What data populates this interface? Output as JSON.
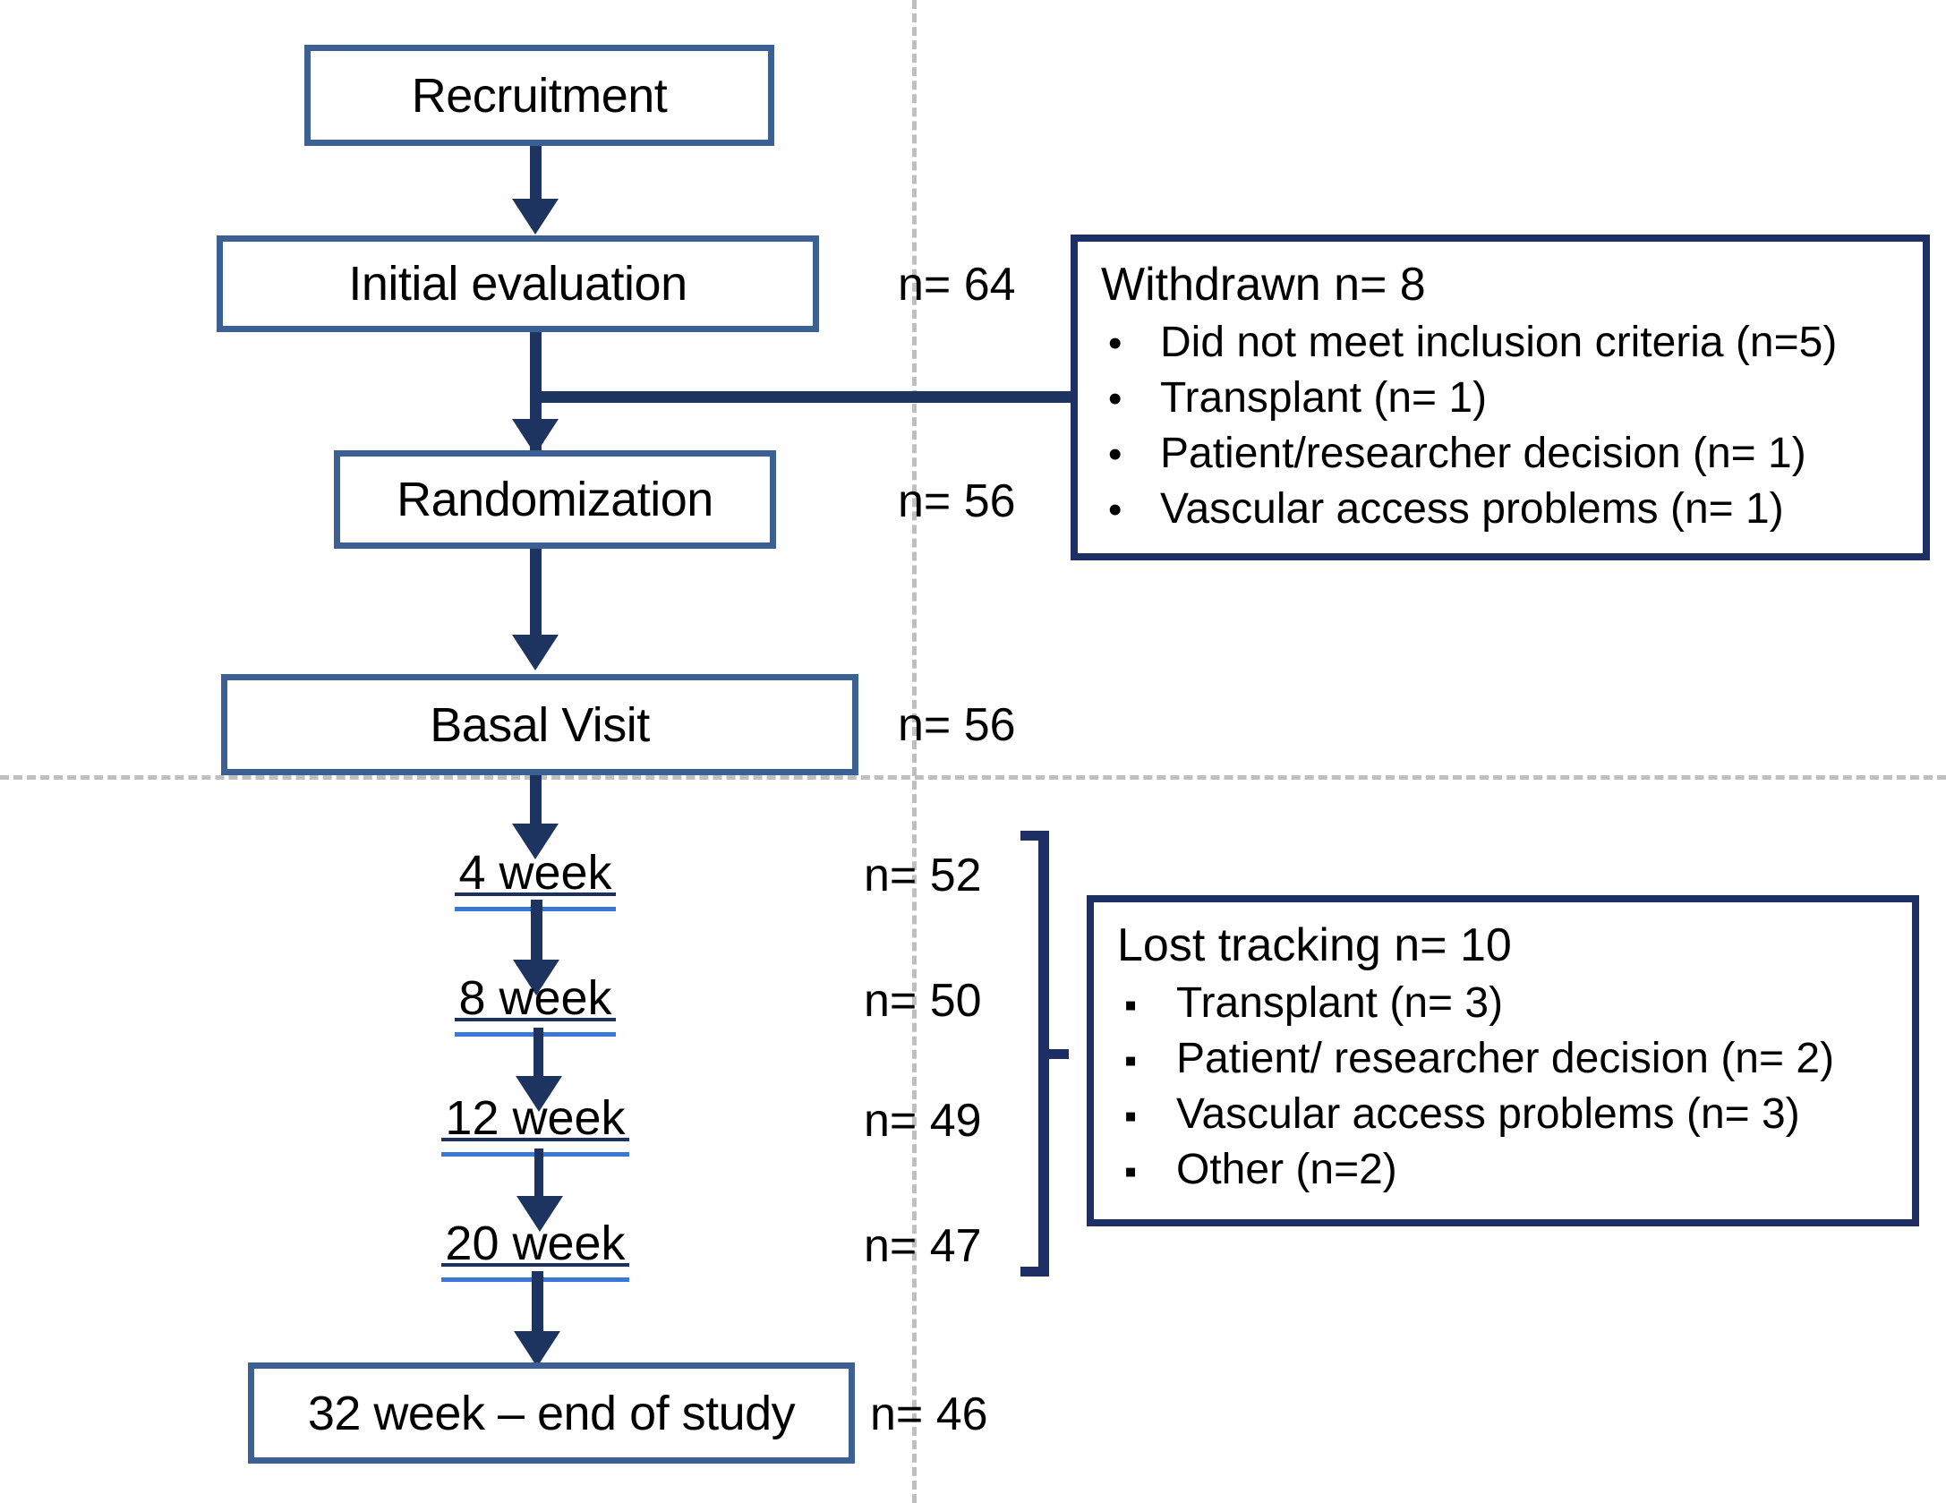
{
  "diagram": {
    "title": "CONSORT participant flow diagram",
    "colors": {
      "box_border_blue": "#3c6094",
      "side_box_border_navy": "#1d2f63",
      "arrow_navy": "#1d3461",
      "underline_blue": "#3b77d8",
      "dashed_guide_gray": "#bfbfbf"
    }
  },
  "flow_boxes": [
    {
      "id": "recruitment",
      "label": "Recruitment",
      "n": ""
    },
    {
      "id": "initial-evaluation",
      "label": "Initial evaluation",
      "n": "n= 64"
    },
    {
      "id": "randomization",
      "label": "Randomization",
      "n": "n= 56"
    },
    {
      "id": "basal-visit",
      "label": "Basal Visit",
      "n": "n= 56"
    },
    {
      "id": "end-of-study",
      "label": "32 week – end of study",
      "n": "n= 46"
    }
  ],
  "week_steps": [
    {
      "id": "week-4",
      "label": "4 week",
      "n": "n= 52"
    },
    {
      "id": "week-8",
      "label": "8 week",
      "n": "n= 50"
    },
    {
      "id": "week-12",
      "label": "12 week",
      "n": "n= 49"
    },
    {
      "id": "week-20",
      "label": "20 week",
      "n": "n= 47"
    }
  ],
  "withdrawn_box": {
    "title": "Withdrawn n= 8",
    "items": [
      "Did not meet inclusion criteria (n=5)",
      "Transplant (n= 1)",
      "Patient/researcher decision (n= 1)",
      "Vascular access problems (n= 1)"
    ]
  },
  "lost_tracking_box": {
    "title": "Lost tracking n= 10",
    "items": [
      "Transplant (n= 3)",
      "Patient/ researcher decision (n= 2)",
      "Vascular access problems (n= 3)",
      "Other (n=2)"
    ]
  }
}
